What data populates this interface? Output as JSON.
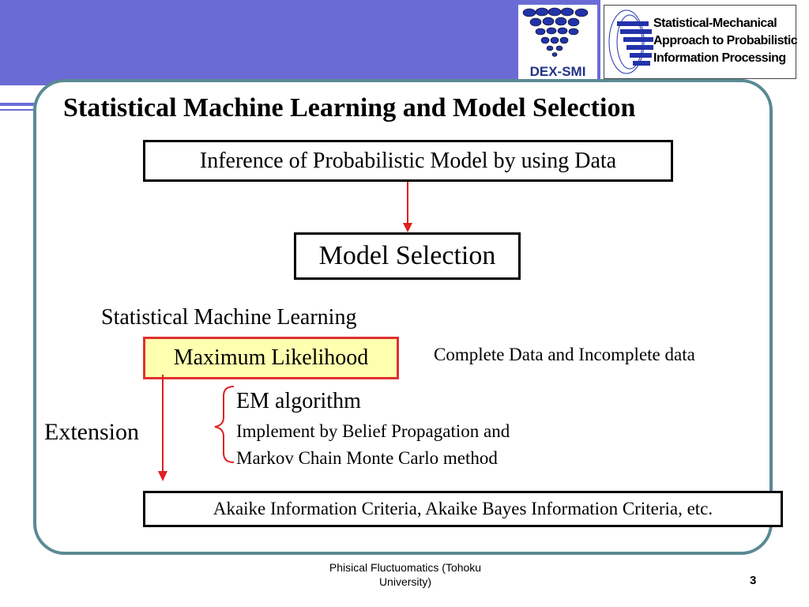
{
  "logos": {
    "left_text": "DEX-SMI",
    "right_lines": [
      "Statistical-Mechanical",
      "Approach to Probabilistic",
      "Information Processing"
    ]
  },
  "slide": {
    "title": "Statistical Machine Learning and Model Selection",
    "inference_box": "Inference of Probabilistic Model by using Data",
    "model_selection_box": "Model Selection",
    "sml_label": "Statistical Machine Learning",
    "ml_box": "Maximum Likelihood",
    "complete_data": "Complete Data and Incomplete data",
    "em_algorithm": "EM algorithm",
    "implement_line1": "Implement by Belief Propagation and",
    "implement_line2": "Markov Chain Monte Carlo method",
    "extension": "Extension",
    "criteria_box": "Akaike Information Criteria, Akaike Bayes Information Criteria, etc."
  },
  "footer": {
    "line1": "Phisical Fluctuomatics (Tohoku",
    "line2": "University)",
    "page_number": "3"
  },
  "colors": {
    "band": "#6b6bd6",
    "frame": "#5a8a94",
    "arrow": "#e02020",
    "highlight_fill": "#ffffb0",
    "highlight_border": "#e03030",
    "logo_blue": "#2233aa"
  }
}
